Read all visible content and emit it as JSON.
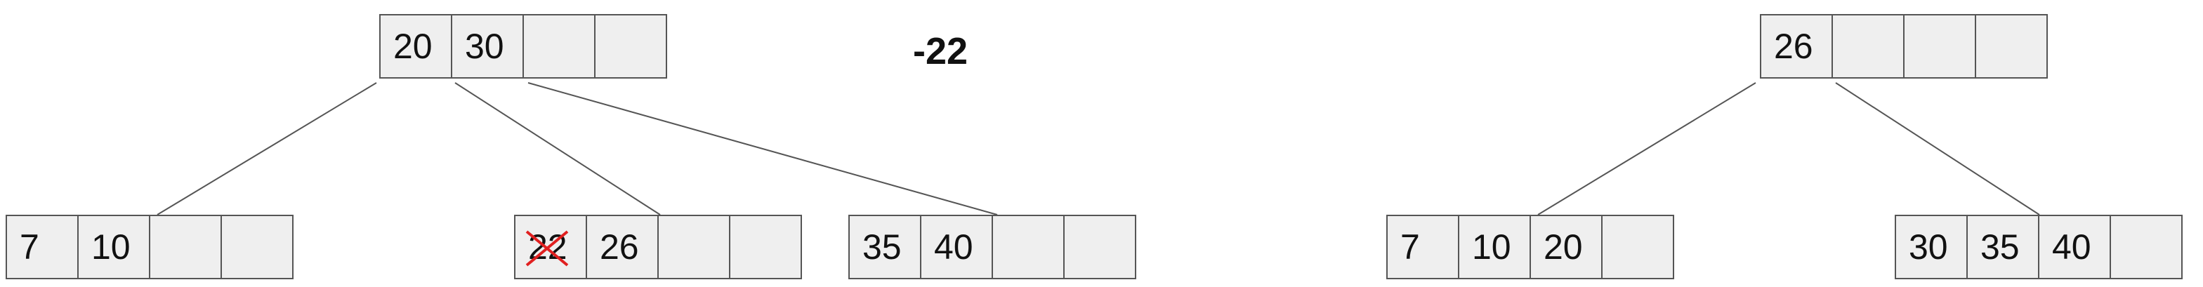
{
  "operation": "-22",
  "before": {
    "root": [
      "20",
      "30",
      "",
      ""
    ],
    "children": [
      [
        "7",
        "10",
        "",
        ""
      ],
      [
        "22",
        "26",
        "",
        ""
      ],
      [
        "35",
        "40",
        "",
        ""
      ]
    ],
    "deleted_key": "22"
  },
  "after": {
    "root": [
      "26",
      "",
      "",
      ""
    ],
    "children": [
      [
        "7",
        "10",
        "20",
        ""
      ],
      [
        "30",
        "35",
        "40",
        ""
      ]
    ]
  },
  "colors": {
    "node_fill": "#efefef",
    "border": "#555555",
    "edge": "#555555",
    "strike": "#e02020"
  }
}
